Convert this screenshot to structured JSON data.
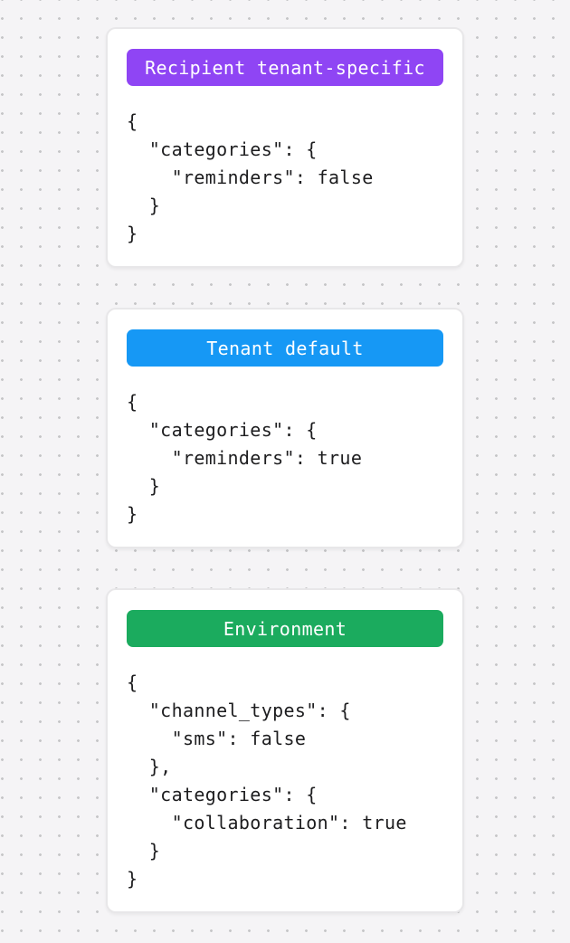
{
  "canvas": {
    "background_color": "#f5f4f6",
    "dot_color": "#c6c6c8"
  },
  "cards": [
    {
      "badge": "Recipient tenant-specific",
      "badge_color": "#8f45f4",
      "code": "{\n  \"categories\": {\n    \"reminders\": false\n  }\n}"
    },
    {
      "badge": "Tenant default",
      "badge_color": "#1698f5",
      "code": "{\n  \"categories\": {\n    \"reminders\": true\n  }\n}"
    },
    {
      "badge": "Environment",
      "badge_color": "#1bab5e",
      "code": "{\n  \"channel_types\": {\n    \"sms\": false\n  },\n  \"categories\": {\n    \"collaboration\": true\n  }\n}"
    }
  ]
}
